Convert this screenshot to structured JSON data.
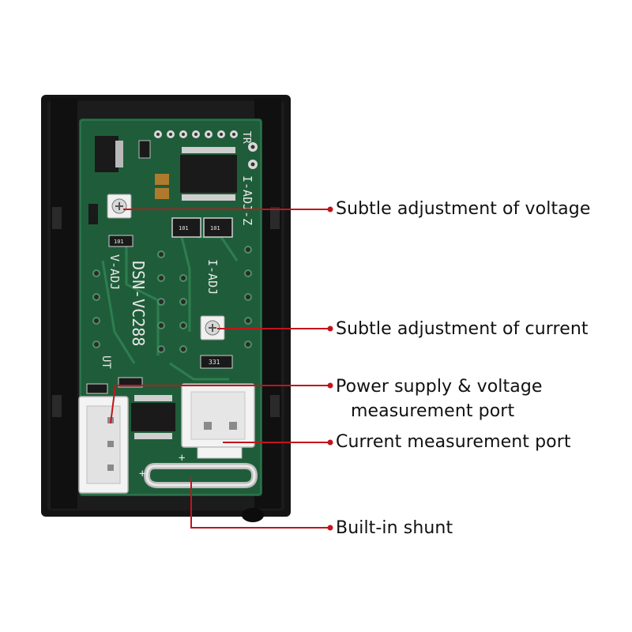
{
  "colors": {
    "background": "#ffffff",
    "housing": "#141414",
    "pcb": "#1f5d3a",
    "leader_line": "#c2151b",
    "label_text": "#111111",
    "connector": "#f3f3f3"
  },
  "board": {
    "model": "DSN-VC288",
    "marks": {
      "v_adj": "V-ADJ",
      "i_adj": "I-ADJ",
      "i_adj_z": "I-ADJ-Z",
      "tr": "TR",
      "ut": "UT",
      "plus_a": "+",
      "plus_b": "+",
      "r1": "101",
      "r2": "101",
      "r3": "331",
      "r4": "101"
    }
  },
  "callouts": [
    {
      "id": "voltage_adj",
      "text": "Subtle adjustment of voltage"
    },
    {
      "id": "current_adj",
      "text": "Subtle adjustment of current"
    },
    {
      "id": "power_port",
      "text": "Power supply & voltage",
      "text2": "measurement port"
    },
    {
      "id": "current_port",
      "text": "Current measurement port"
    },
    {
      "id": "shunt",
      "text": "Built-in shunt"
    }
  ]
}
